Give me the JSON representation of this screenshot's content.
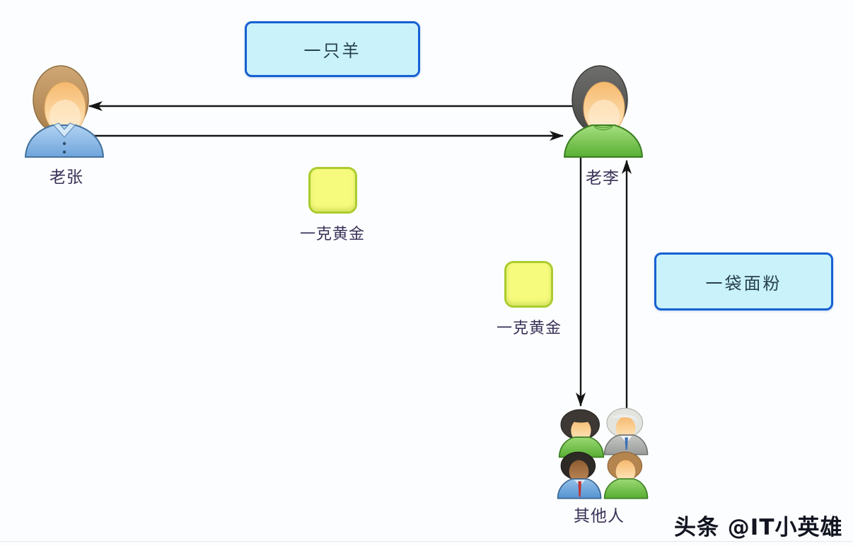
{
  "diagram": {
    "boxes": {
      "sheep": "一只羊",
      "flour": "一袋面粉"
    },
    "items": {
      "gold1": "一克黄金",
      "gold2": "一克黄金"
    },
    "people": {
      "zhang": "老张",
      "li": "老李",
      "others": "其他人"
    },
    "watermark": "头条 @IT小英雄",
    "colors": {
      "background": "#fbfdfe",
      "note_box_fill": "#c9f2fb",
      "note_box_border": "#1660d2",
      "gold_fill": "#f6fa7d",
      "gold_border": "#abcc30",
      "arrow": "#161616",
      "label_text": "#3a3158",
      "zhang_shirt": "#78abdf",
      "li_shirt": "#62b53c"
    }
  }
}
